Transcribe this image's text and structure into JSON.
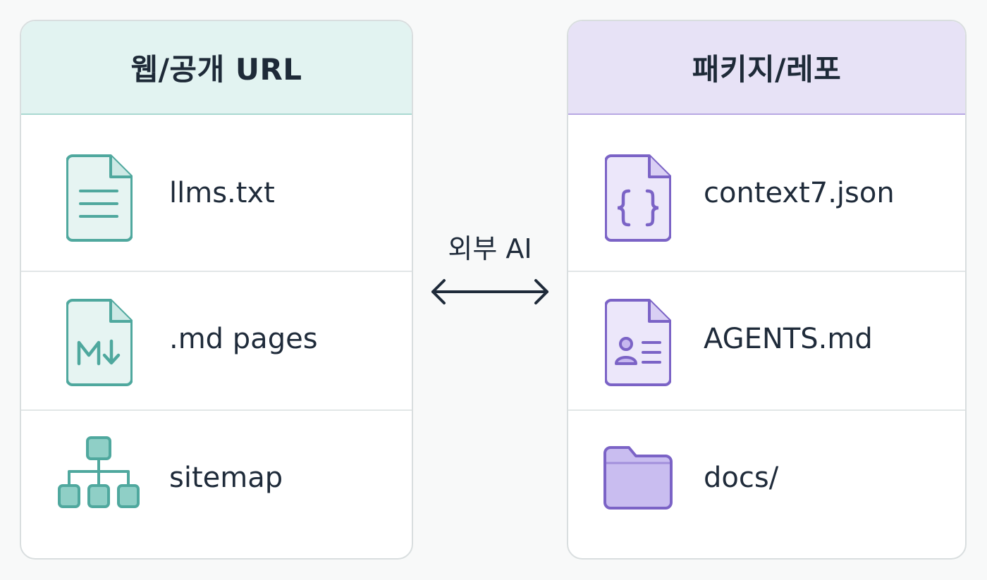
{
  "colors": {
    "teal": "#4fa89e",
    "teal_fill": "#e6f4f2",
    "purple": "#7b63c6",
    "purple_fill": "#ece7fa",
    "arrow": "#1f2b3a"
  },
  "left_panel": {
    "title": "웹/공개 URL",
    "items": [
      {
        "label": "llms.txt",
        "icon": "text-document-icon"
      },
      {
        "label": ".md pages",
        "icon": "markdown-document-icon"
      },
      {
        "label": "sitemap",
        "icon": "sitemap-tree-icon"
      }
    ]
  },
  "right_panel": {
    "title": "패키지/레포",
    "items": [
      {
        "label": "context7.json",
        "icon": "json-document-icon"
      },
      {
        "label": "AGENTS.md",
        "icon": "profile-document-icon"
      },
      {
        "label": "docs/",
        "icon": "folder-icon"
      }
    ]
  },
  "connector": {
    "label": "외부 AI",
    "icon": "double-arrow-icon"
  }
}
